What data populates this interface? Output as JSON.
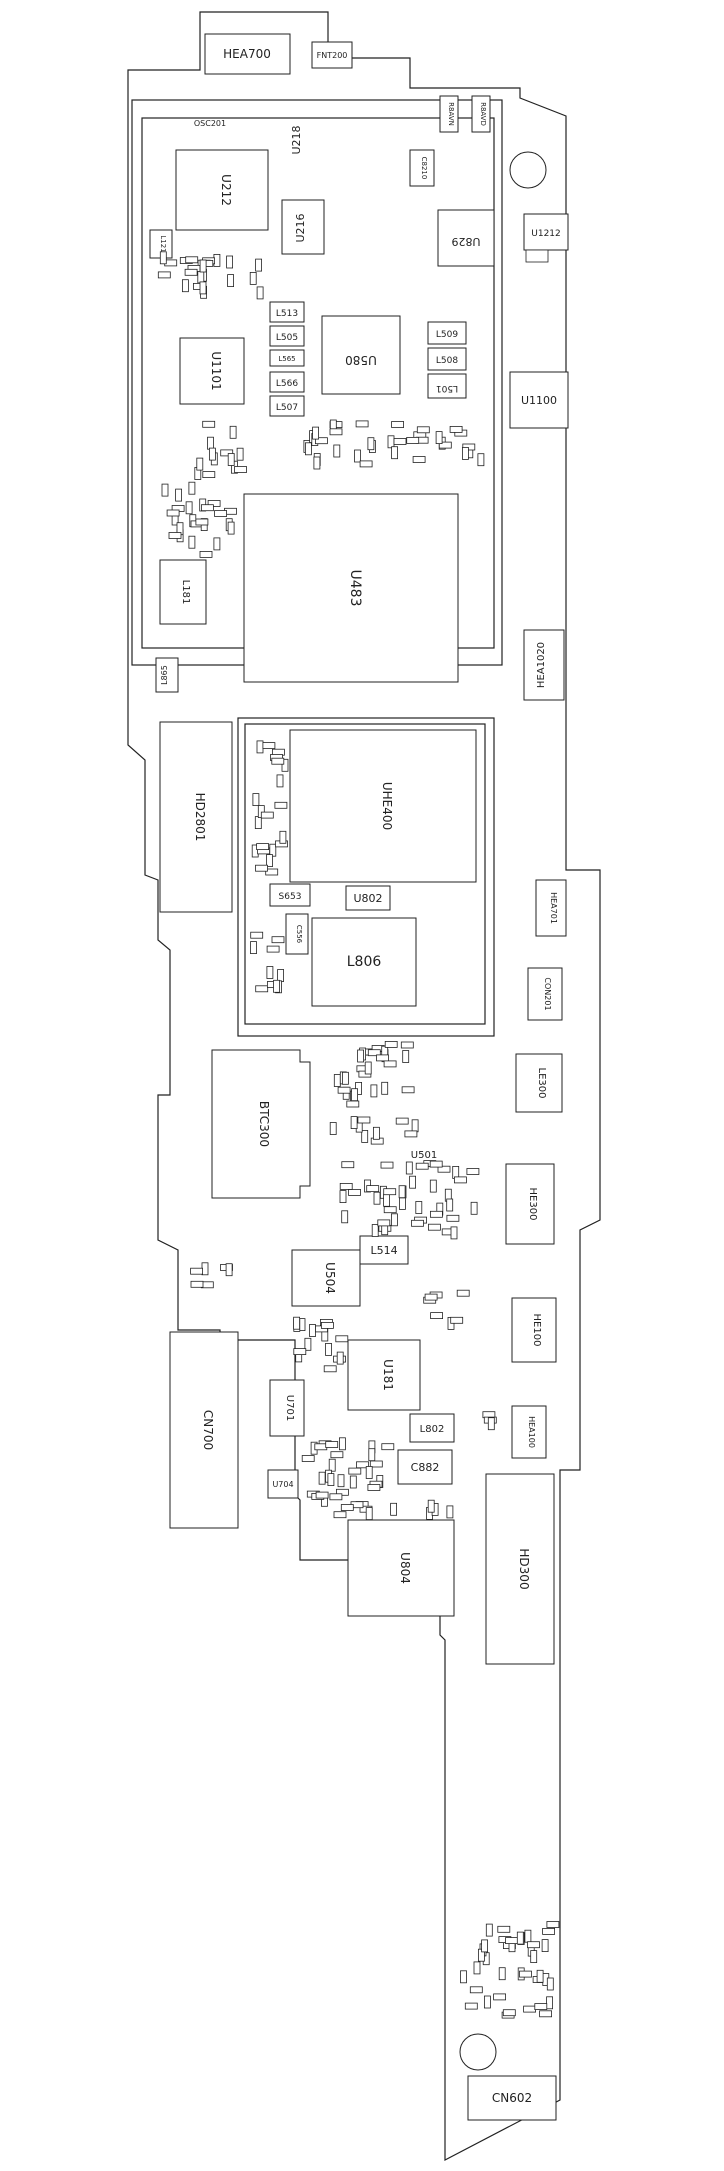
{
  "diagram": {
    "type": "pcb-boardview",
    "labels": {
      "hea700": "HEA700",
      "fnt200": "FNT200",
      "r8avn": "R8AVN",
      "r8avd": "R8AVD",
      "c8210": "C8210",
      "osc201": "OSC201",
      "u212": "U212",
      "u218": "U218",
      "u216": "U216",
      "u829": "U829",
      "u1212": "U1212",
      "l121": "L121",
      "l513": "L513",
      "l505": "L505",
      "l565": "L565",
      "l566": "L566",
      "l507": "L507",
      "u580": "U580",
      "l509": "L509",
      "l508": "L508",
      "l501": "L501",
      "u1101": "U1101",
      "u1100": "U1100",
      "u483": "U483",
      "l181": "L181",
      "l865": "L865",
      "hea1020": "HEA1020",
      "hd2801": "HD2801",
      "uhe400": "UHE400",
      "u802": "U802",
      "l806": "L806",
      "hea701": "HEA701",
      "con201": "CON201",
      "btc300": "BTC300",
      "le300": "LE300",
      "u501": "U501",
      "he300": "HE300",
      "l514": "L514",
      "u504": "U504",
      "he100": "HE100",
      "cn700": "CN700",
      "u181": "U181",
      "u701": "U701",
      "u704": "U704",
      "l802": "L802",
      "c882": "C882",
      "hea100": "HEA100",
      "u804": "U804",
      "hd300": "HD300",
      "cn602": "CN602",
      "c556": "C556",
      "s653": "S653"
    }
  }
}
